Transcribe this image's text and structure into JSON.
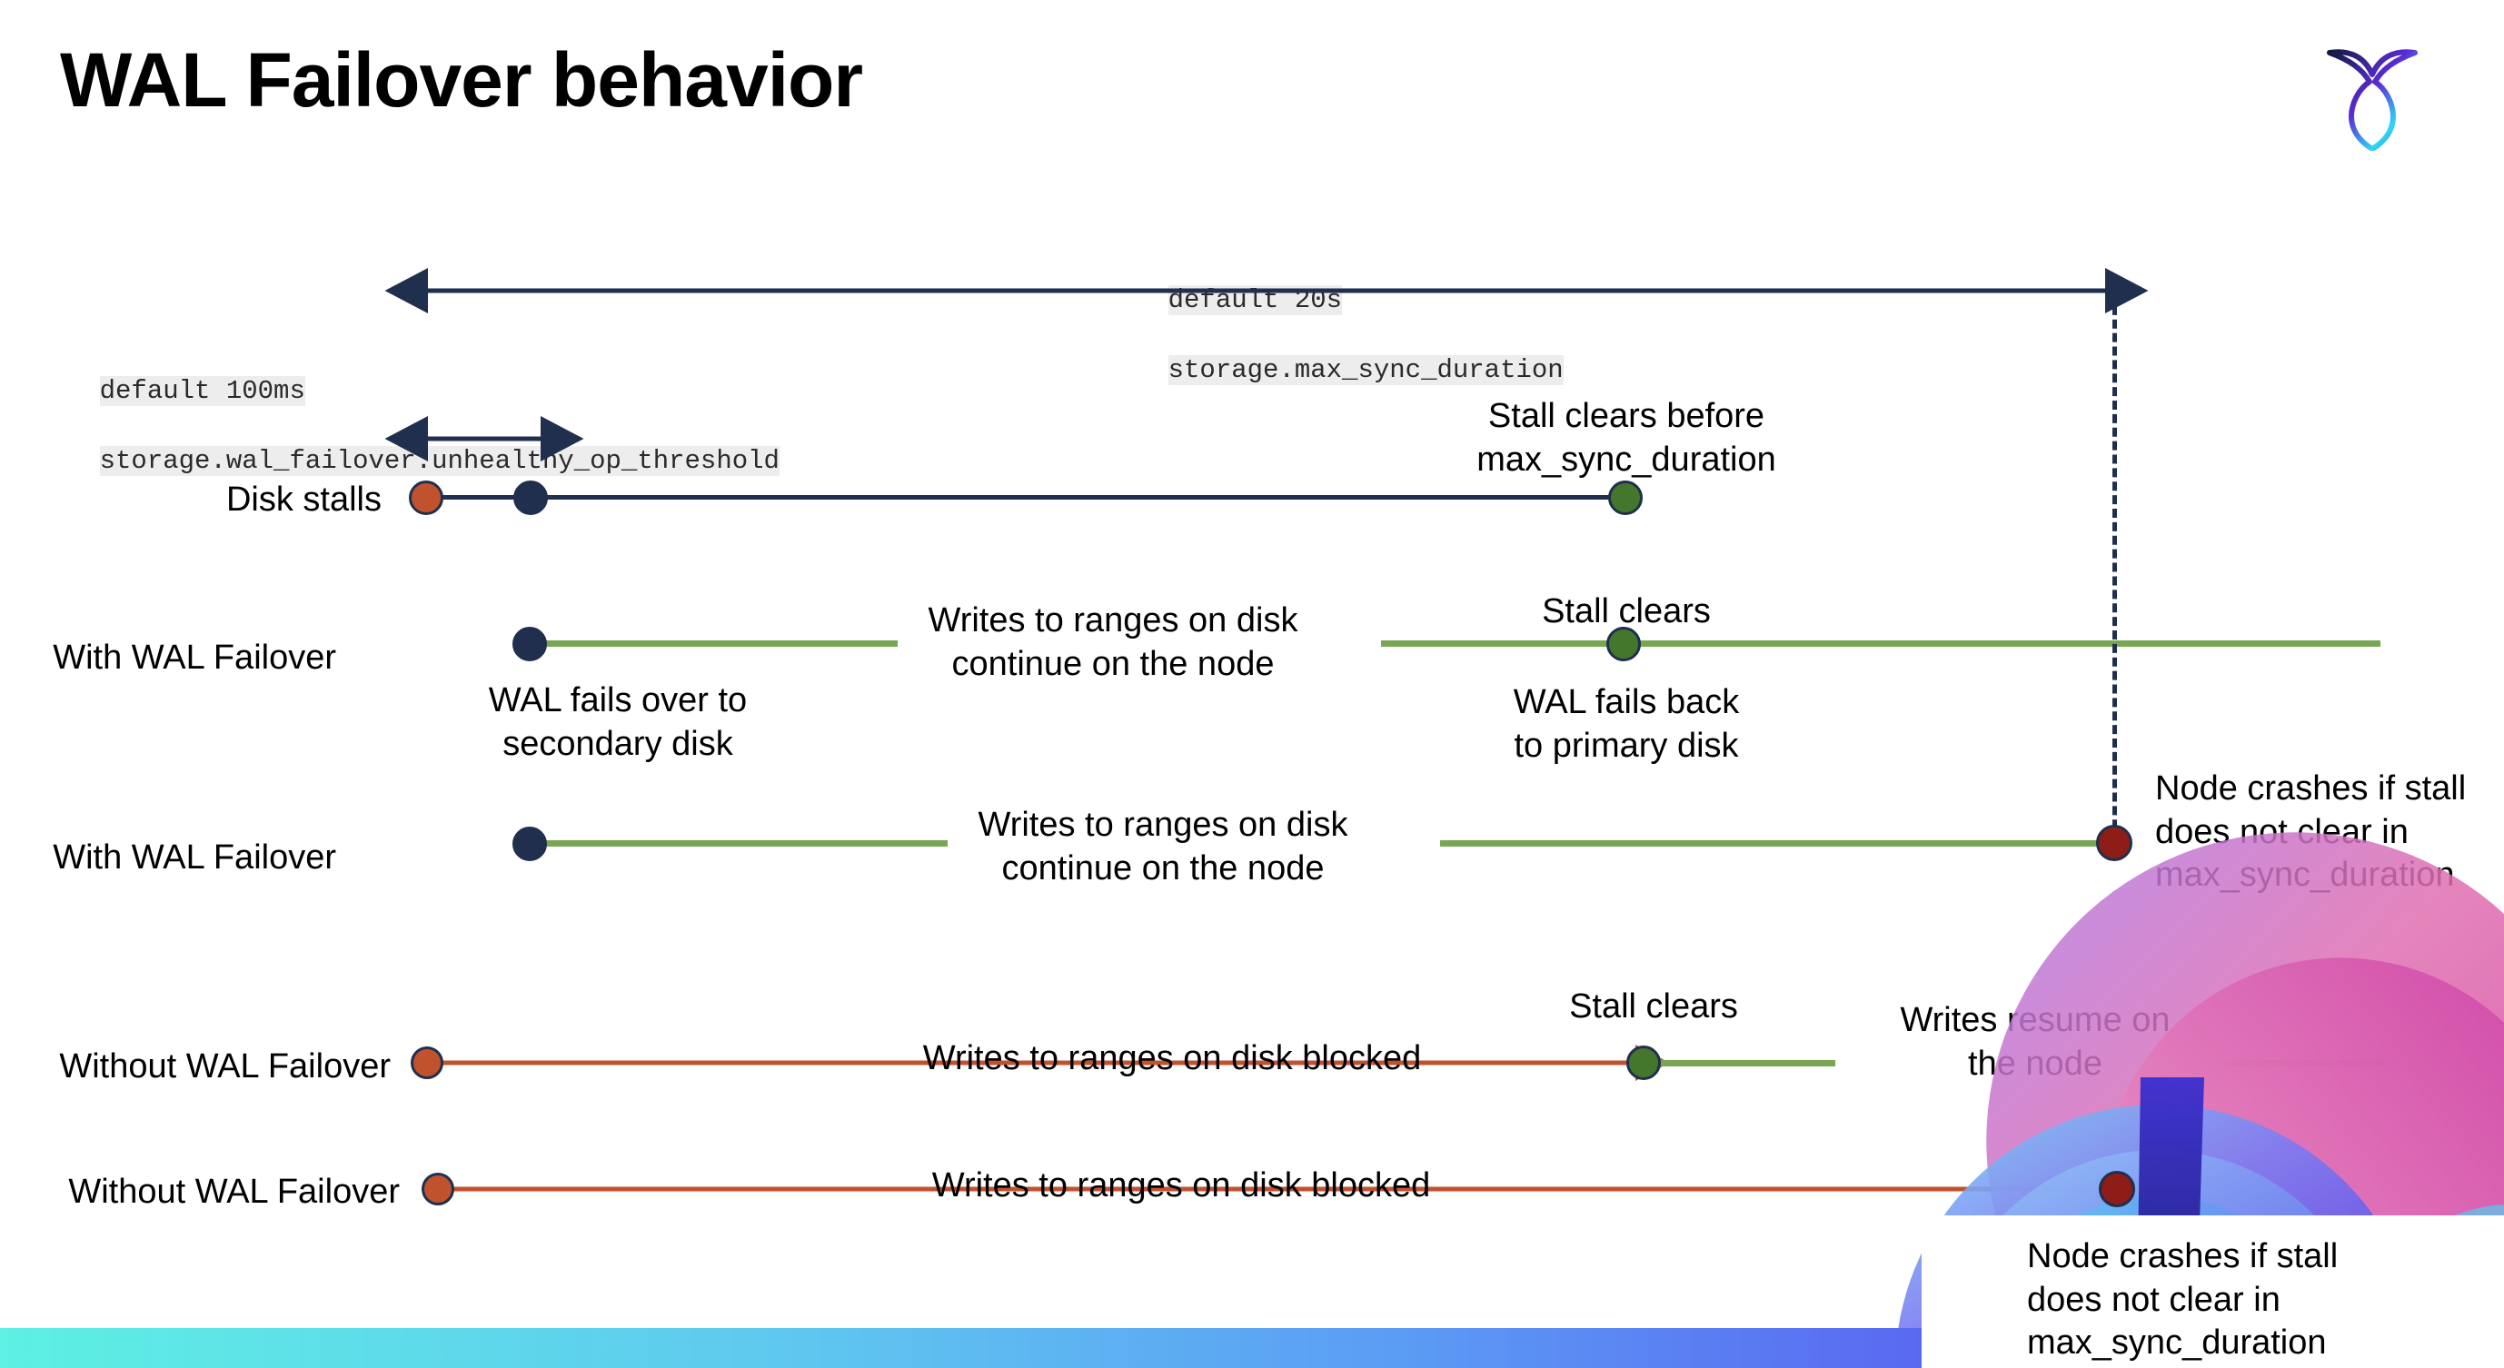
{
  "slide": {
    "title": "WAL Failover behavior",
    "logo_icon": "cockroachdb-logo-icon"
  },
  "settings": [
    {
      "name": "max-sync-duration-chip",
      "default": "default 20s",
      "setting": "storage.max_sync_duration"
    },
    {
      "name": "unhealthy-op-threshold-chip",
      "default": "default 100ms",
      "setting": "storage.wal_failover.unhealthy_op_threshold"
    }
  ],
  "rows": [
    {
      "name": "disk-stalls",
      "label": "Disk stalls"
    },
    {
      "name": "with-wal-failover-1",
      "label": "With WAL Failover"
    },
    {
      "name": "with-wal-failover-2",
      "label": "With WAL Failover"
    },
    {
      "name": "without-wal-failover-1",
      "label": "Without WAL Failover"
    },
    {
      "name": "without-wal-failover-2",
      "label": "Without WAL Failover"
    }
  ],
  "annotations": {
    "stall_clears_before": "Stall clears before\nmax_sync_duration",
    "stall_clears_row2": "Stall clears",
    "wal_fails_over": "WAL fails over to\nsecondary disk",
    "writes_continue_row2": "Writes to ranges on disk\ncontinue on the node",
    "wal_fails_back": "WAL fails  back\nto primary disk",
    "writes_continue_row3": "Writes to ranges on disk\ncontinue on the node",
    "node_crashes_row3": "Node crashes if stall\ndoes not clear in\nmax_sync_duration",
    "writes_blocked_row4": "Writes to ranges on disk  blocked",
    "stall_clears_row4": "Stall clears",
    "writes_resume": "Writes resume on\nthe node",
    "writes_blocked_row5": "Writes to ranges on disk  blocked",
    "node_crashes_row5": "Node crashes if stall\ndoes not clear in\nmax_sync_duration"
  },
  "colors": {
    "navy": "#1f2f4d",
    "orange": "#c1522e",
    "green_line": "#7aa553",
    "green_dot": "#44762b",
    "dark_red": "#8e1d17",
    "chip_bg": "#ededed",
    "bar_gradient_start": "#5df0e3",
    "bar_gradient_end": "#5a5bf0"
  },
  "markers": [
    {
      "name": "disk-stall-start-marker",
      "color": "orange",
      "row": "disk-stalls"
    },
    {
      "name": "wal-failover-trigger-marker",
      "color": "navy",
      "row": "disk-stalls"
    },
    {
      "name": "stall-clear-marker",
      "color": "green",
      "row": "disk-stalls"
    },
    {
      "name": "wal-failover-start-marker",
      "color": "navy",
      "row": "with-wal-failover-1"
    },
    {
      "name": "stall-clear-marker",
      "color": "green",
      "row": "with-wal-failover-1"
    },
    {
      "name": "wal-failover-start-marker",
      "color": "navy",
      "row": "with-wal-failover-2"
    },
    {
      "name": "node-crash-marker",
      "color": "dark-red",
      "row": "with-wal-failover-2"
    },
    {
      "name": "stall-start-marker",
      "color": "orange",
      "row": "without-wal-failover-1"
    },
    {
      "name": "stall-clear-marker",
      "color": "green",
      "row": "without-wal-failover-1"
    },
    {
      "name": "stall-start-marker",
      "color": "orange",
      "row": "without-wal-failover-2"
    },
    {
      "name": "node-crash-marker",
      "color": "dark-red",
      "row": "without-wal-failover-2"
    }
  ]
}
